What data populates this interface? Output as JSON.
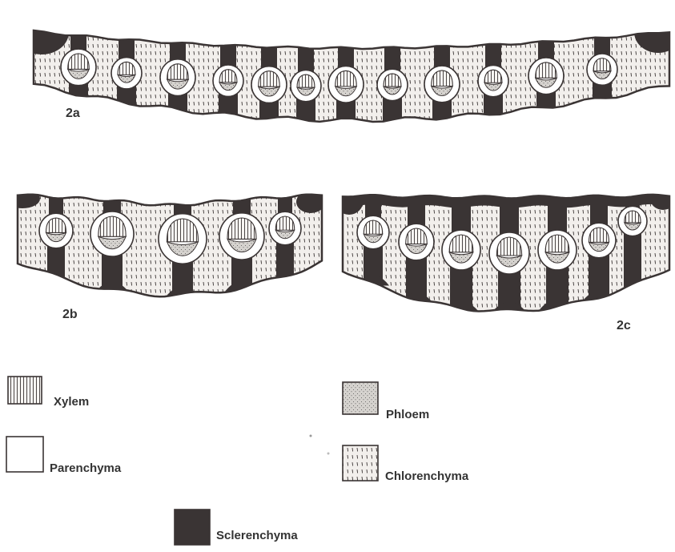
{
  "figures": [
    {
      "id": "2a",
      "label": "2a"
    },
    {
      "id": "2b",
      "label": "2b"
    },
    {
      "id": "2c",
      "label": "2c"
    }
  ],
  "legend": [
    {
      "key": "xylem",
      "label": "Xylem",
      "pattern": "vertical-lines"
    },
    {
      "key": "phloem",
      "label": "Phloem",
      "pattern": "dots"
    },
    {
      "key": "parenchyma",
      "label": "Parenchyma",
      "pattern": "plain"
    },
    {
      "key": "chlorenchyma",
      "label": "Chlorenchyma",
      "pattern": "short-dashes"
    },
    {
      "key": "sclerenchyma",
      "label": "Sclerenchyma",
      "pattern": "solid-dark"
    }
  ],
  "colors": {
    "sclerenchyma": "#3a3434",
    "ink": "#333333",
    "background": "#ffffff",
    "phloem": "#cfcfcf"
  }
}
